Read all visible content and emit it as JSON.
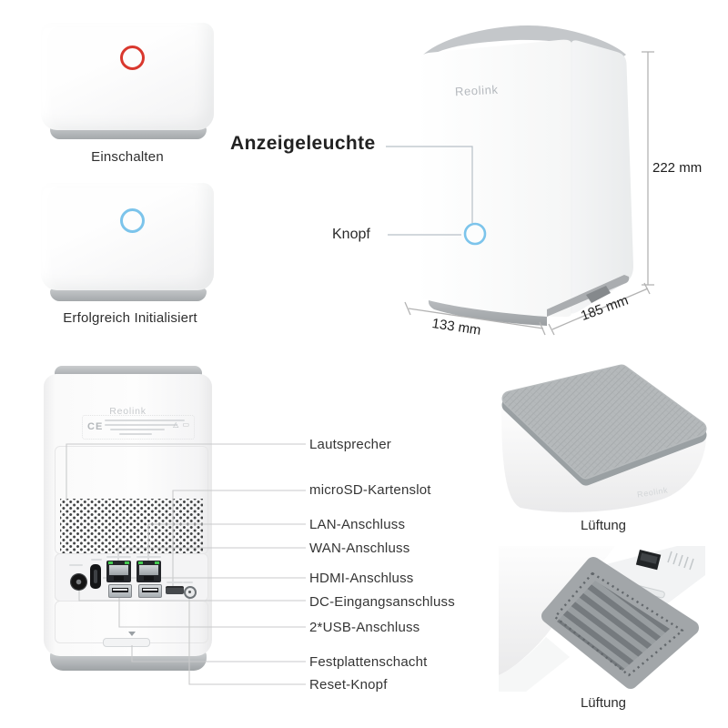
{
  "brand": "Reolink",
  "colors": {
    "power_ring": "#d9382e",
    "init_ring": "#7cc4eb",
    "leader_line": "#c9cacb",
    "dimension_line": "#b3b3b3",
    "label_text": "#353535"
  },
  "front_views": {
    "power": {
      "caption": "Einschalten"
    },
    "initialized": {
      "caption": "Erfolgreich Initialisiert"
    }
  },
  "angled_view": {
    "logo": "Reolink",
    "indicator_label": "Anzeigeleuchte",
    "button_label": "Knopf",
    "height": "222 mm",
    "width": "133 mm",
    "depth": "185 mm"
  },
  "back_view": {
    "logo": "Reolink",
    "ce_mark": "CE",
    "labels": [
      "Lautsprecher",
      "microSD-Kartenslot",
      "LAN-Anschluss",
      "WAN-Anschluss",
      "HDMI-Anschluss",
      "DC-Eingangsanschluss",
      "2*USB-Anschluss",
      "Festplattenschacht",
      "Reset-Knopf"
    ]
  },
  "vent_views": {
    "logo": "Reolink",
    "top_caption": "Lüftung",
    "bottom_caption": "Lüftung"
  }
}
